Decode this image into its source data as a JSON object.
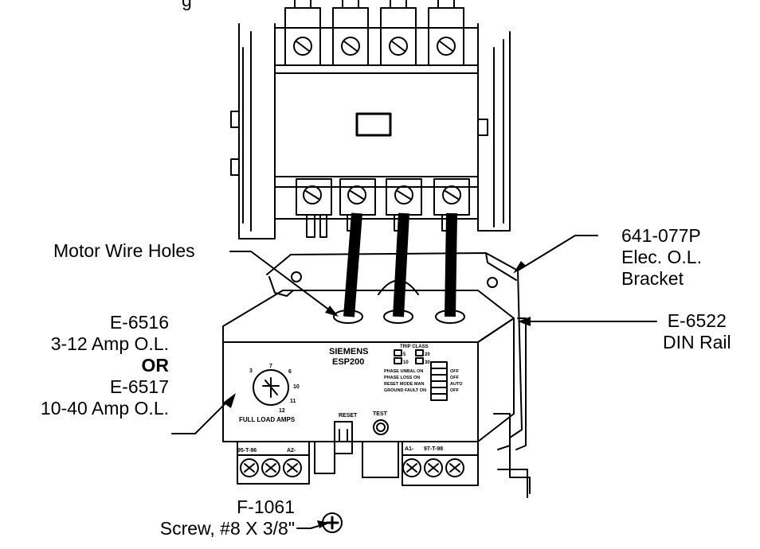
{
  "title_fragment": "g",
  "labels": {
    "motor_wire_holes": "Motor Wire Holes",
    "bracket": {
      "part": "641-077P",
      "line1": "Elec. O.L.",
      "line2": "Bracket"
    },
    "din_rail": {
      "part": "E-6522",
      "line1": "DIN Rail"
    },
    "overload": {
      "part1": "E-6516",
      "desc1": "3-12 Amp O.L.",
      "or": "OR",
      "part2": "E-6517",
      "desc2": "10-40 Amp O.L."
    },
    "screw": {
      "part": "F-1061",
      "desc": "Screw, #8 X 3/8\""
    }
  },
  "device_markings": {
    "brand": "SIEMENS",
    "model": "ESP200",
    "dial_caption": "FULL LOAD AMPS",
    "dial_numbers": [
      "3",
      "7",
      "6",
      "10",
      "11",
      "12"
    ],
    "trip_class": "TRIP CLASS",
    "trip_values": [
      "5",
      "20",
      "10",
      "30"
    ],
    "switches": [
      "PHASE UNBAL ON",
      "PHASE LOSS ON",
      "RESET MODE MAN",
      "GROUND FAULT ON"
    ],
    "switch_states": [
      "OFF",
      "OFF",
      "AUTO",
      "OFF"
    ],
    "reset": "RESET",
    "test": "TEST",
    "terminals_left": "95-T-96",
    "terminal_a2": "A2-",
    "terminal_a1": "A1-",
    "terminals_right": "97-T-98"
  }
}
